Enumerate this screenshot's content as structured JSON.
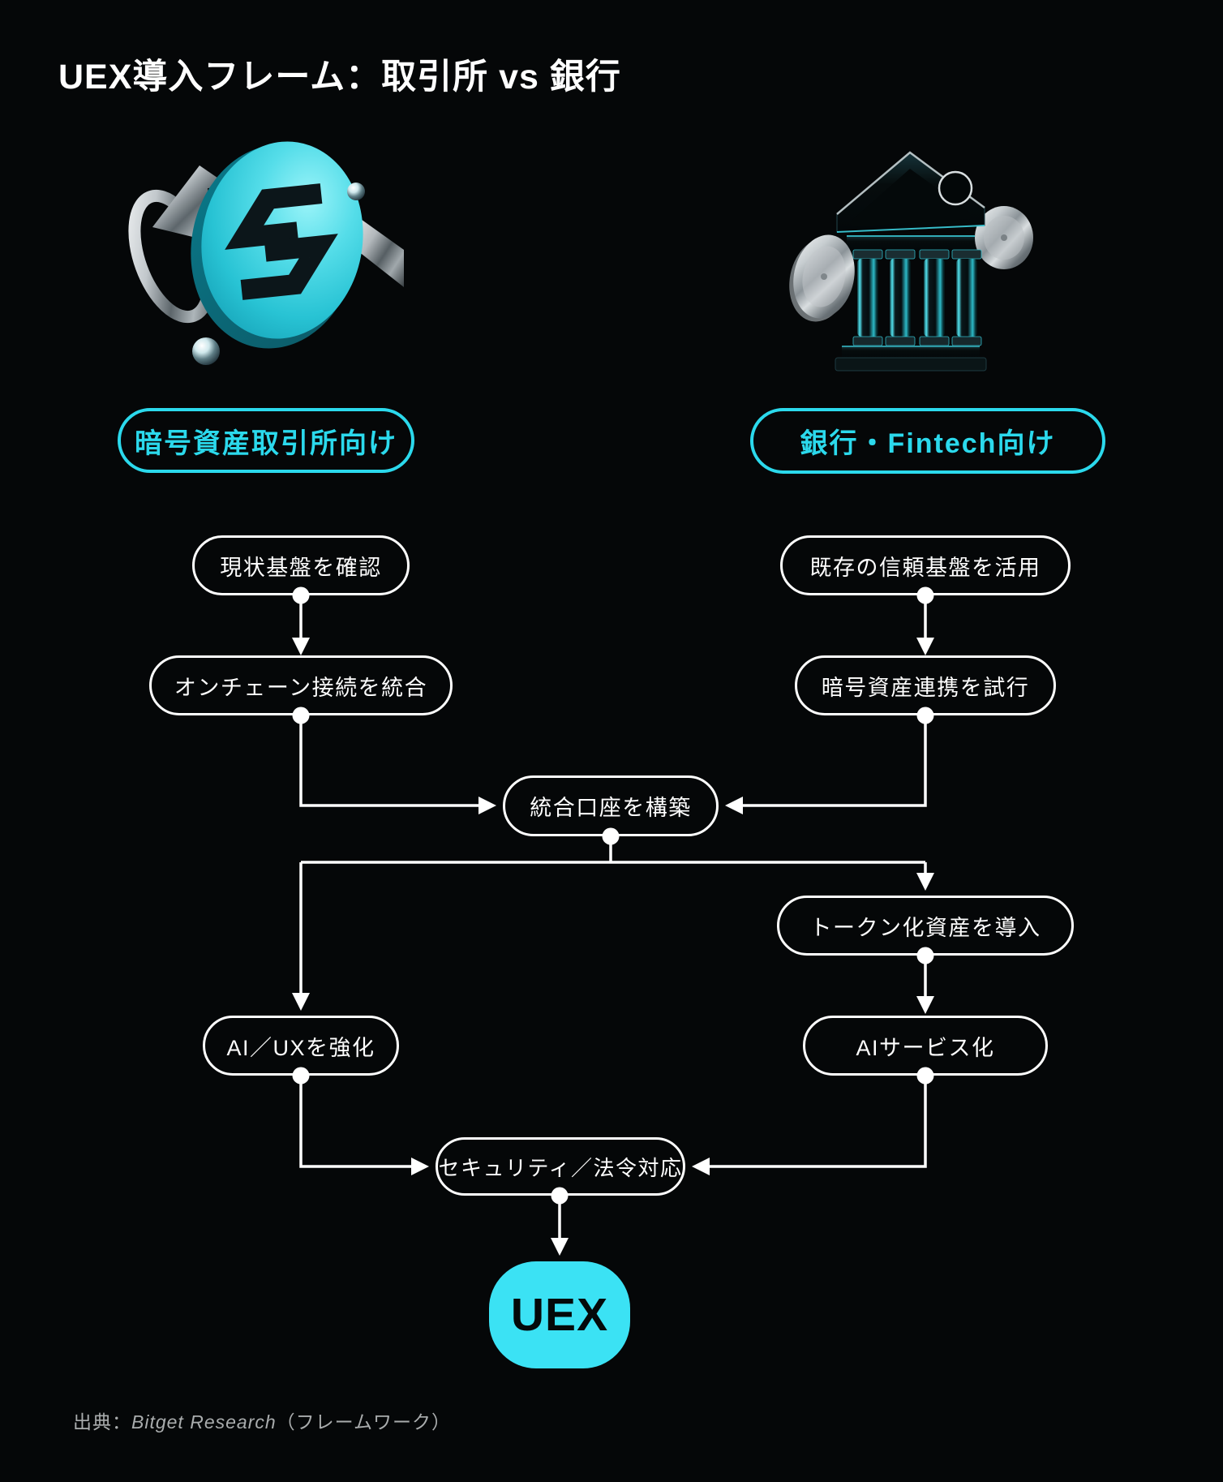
{
  "page": {
    "title": "UEX導入フレーム：取引所 vs 銀行",
    "background": "#050708",
    "accent": "#2BD9EC",
    "line_color": "#FFFFFF",
    "uex_fill": "#3BE2F4",
    "footer_color": "#A9ACAD"
  },
  "tracks": {
    "exchange": {
      "label": "暗号資産取引所向け",
      "icon": "bitget-coin-3d-icon"
    },
    "bank": {
      "label": "銀行・Fintech向け",
      "icon": "bank-building-3d-icon"
    }
  },
  "flow": {
    "nodes": {
      "exchange_step1": {
        "label": "現状基盤を確認"
      },
      "exchange_step2": {
        "label": "オンチェーン接続を統合"
      },
      "bank_step1": {
        "label": "既存の信頼基盤を活用"
      },
      "bank_step2": {
        "label": "暗号資産連携を試行"
      },
      "merge1": {
        "label": "統合口座を構築"
      },
      "bank_step3": {
        "label": "トークン化資産を導入"
      },
      "exchange_step3": {
        "label": "AI／UXを強化"
      },
      "bank_step4": {
        "label": "AIサービス化"
      },
      "merge2": {
        "label": "セキュリティ／法令対応"
      },
      "final": {
        "label": "UEX"
      }
    },
    "edges": [
      {
        "from": "exchange_step1",
        "to": "exchange_step2"
      },
      {
        "from": "bank_step1",
        "to": "bank_step2"
      },
      {
        "from": "exchange_step2",
        "to": "merge1"
      },
      {
        "from": "bank_step2",
        "to": "merge1"
      },
      {
        "from": "merge1",
        "to": "exchange_step3"
      },
      {
        "from": "merge1",
        "to": "bank_step3"
      },
      {
        "from": "bank_step3",
        "to": "bank_step4"
      },
      {
        "from": "exchange_step3",
        "to": "merge2"
      },
      {
        "from": "bank_step4",
        "to": "merge2"
      },
      {
        "from": "merge2",
        "to": "final"
      }
    ]
  },
  "footer": {
    "prefix": "出典：",
    "source": "Bitget Research",
    "suffix": "（フレームワーク）"
  }
}
